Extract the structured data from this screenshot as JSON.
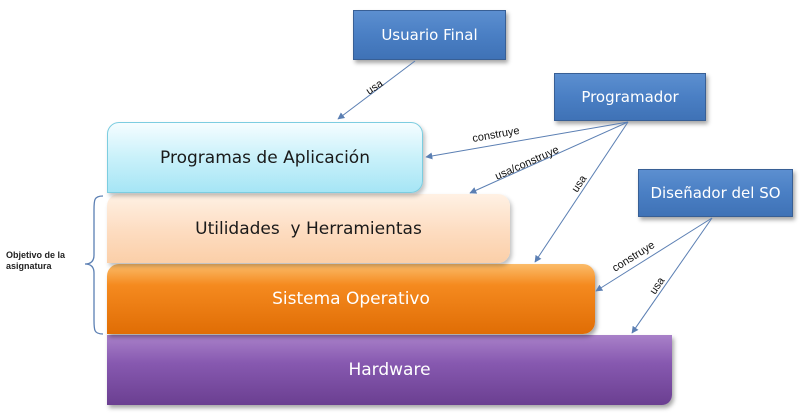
{
  "layers": {
    "hardware": "Hardware",
    "sistema_operativo": "Sistema Operativo",
    "utilidades": "Utilidades  y Herramientas",
    "programas": "Programas de Aplicación"
  },
  "actors": {
    "usuario_final": "Usuario Final",
    "programador": "Programador",
    "disenador": "Diseñador del SO"
  },
  "edges": {
    "usuario_usa": "usa",
    "prog_construye": "construye",
    "prog_usa_construye": "usa/construye",
    "prog_usa": "usa",
    "dis_construye": "construye",
    "dis_usa": "usa"
  },
  "bracket_label": "Objetivo de la asignatura",
  "colors": {
    "actor": "#4a7fc4",
    "arrow": "#5b7fb3",
    "hardware": "#7b4ea3",
    "sistema_operativo": "#f07d14",
    "utilidades": "#fcd7b8",
    "programas": "#bdebf6"
  }
}
